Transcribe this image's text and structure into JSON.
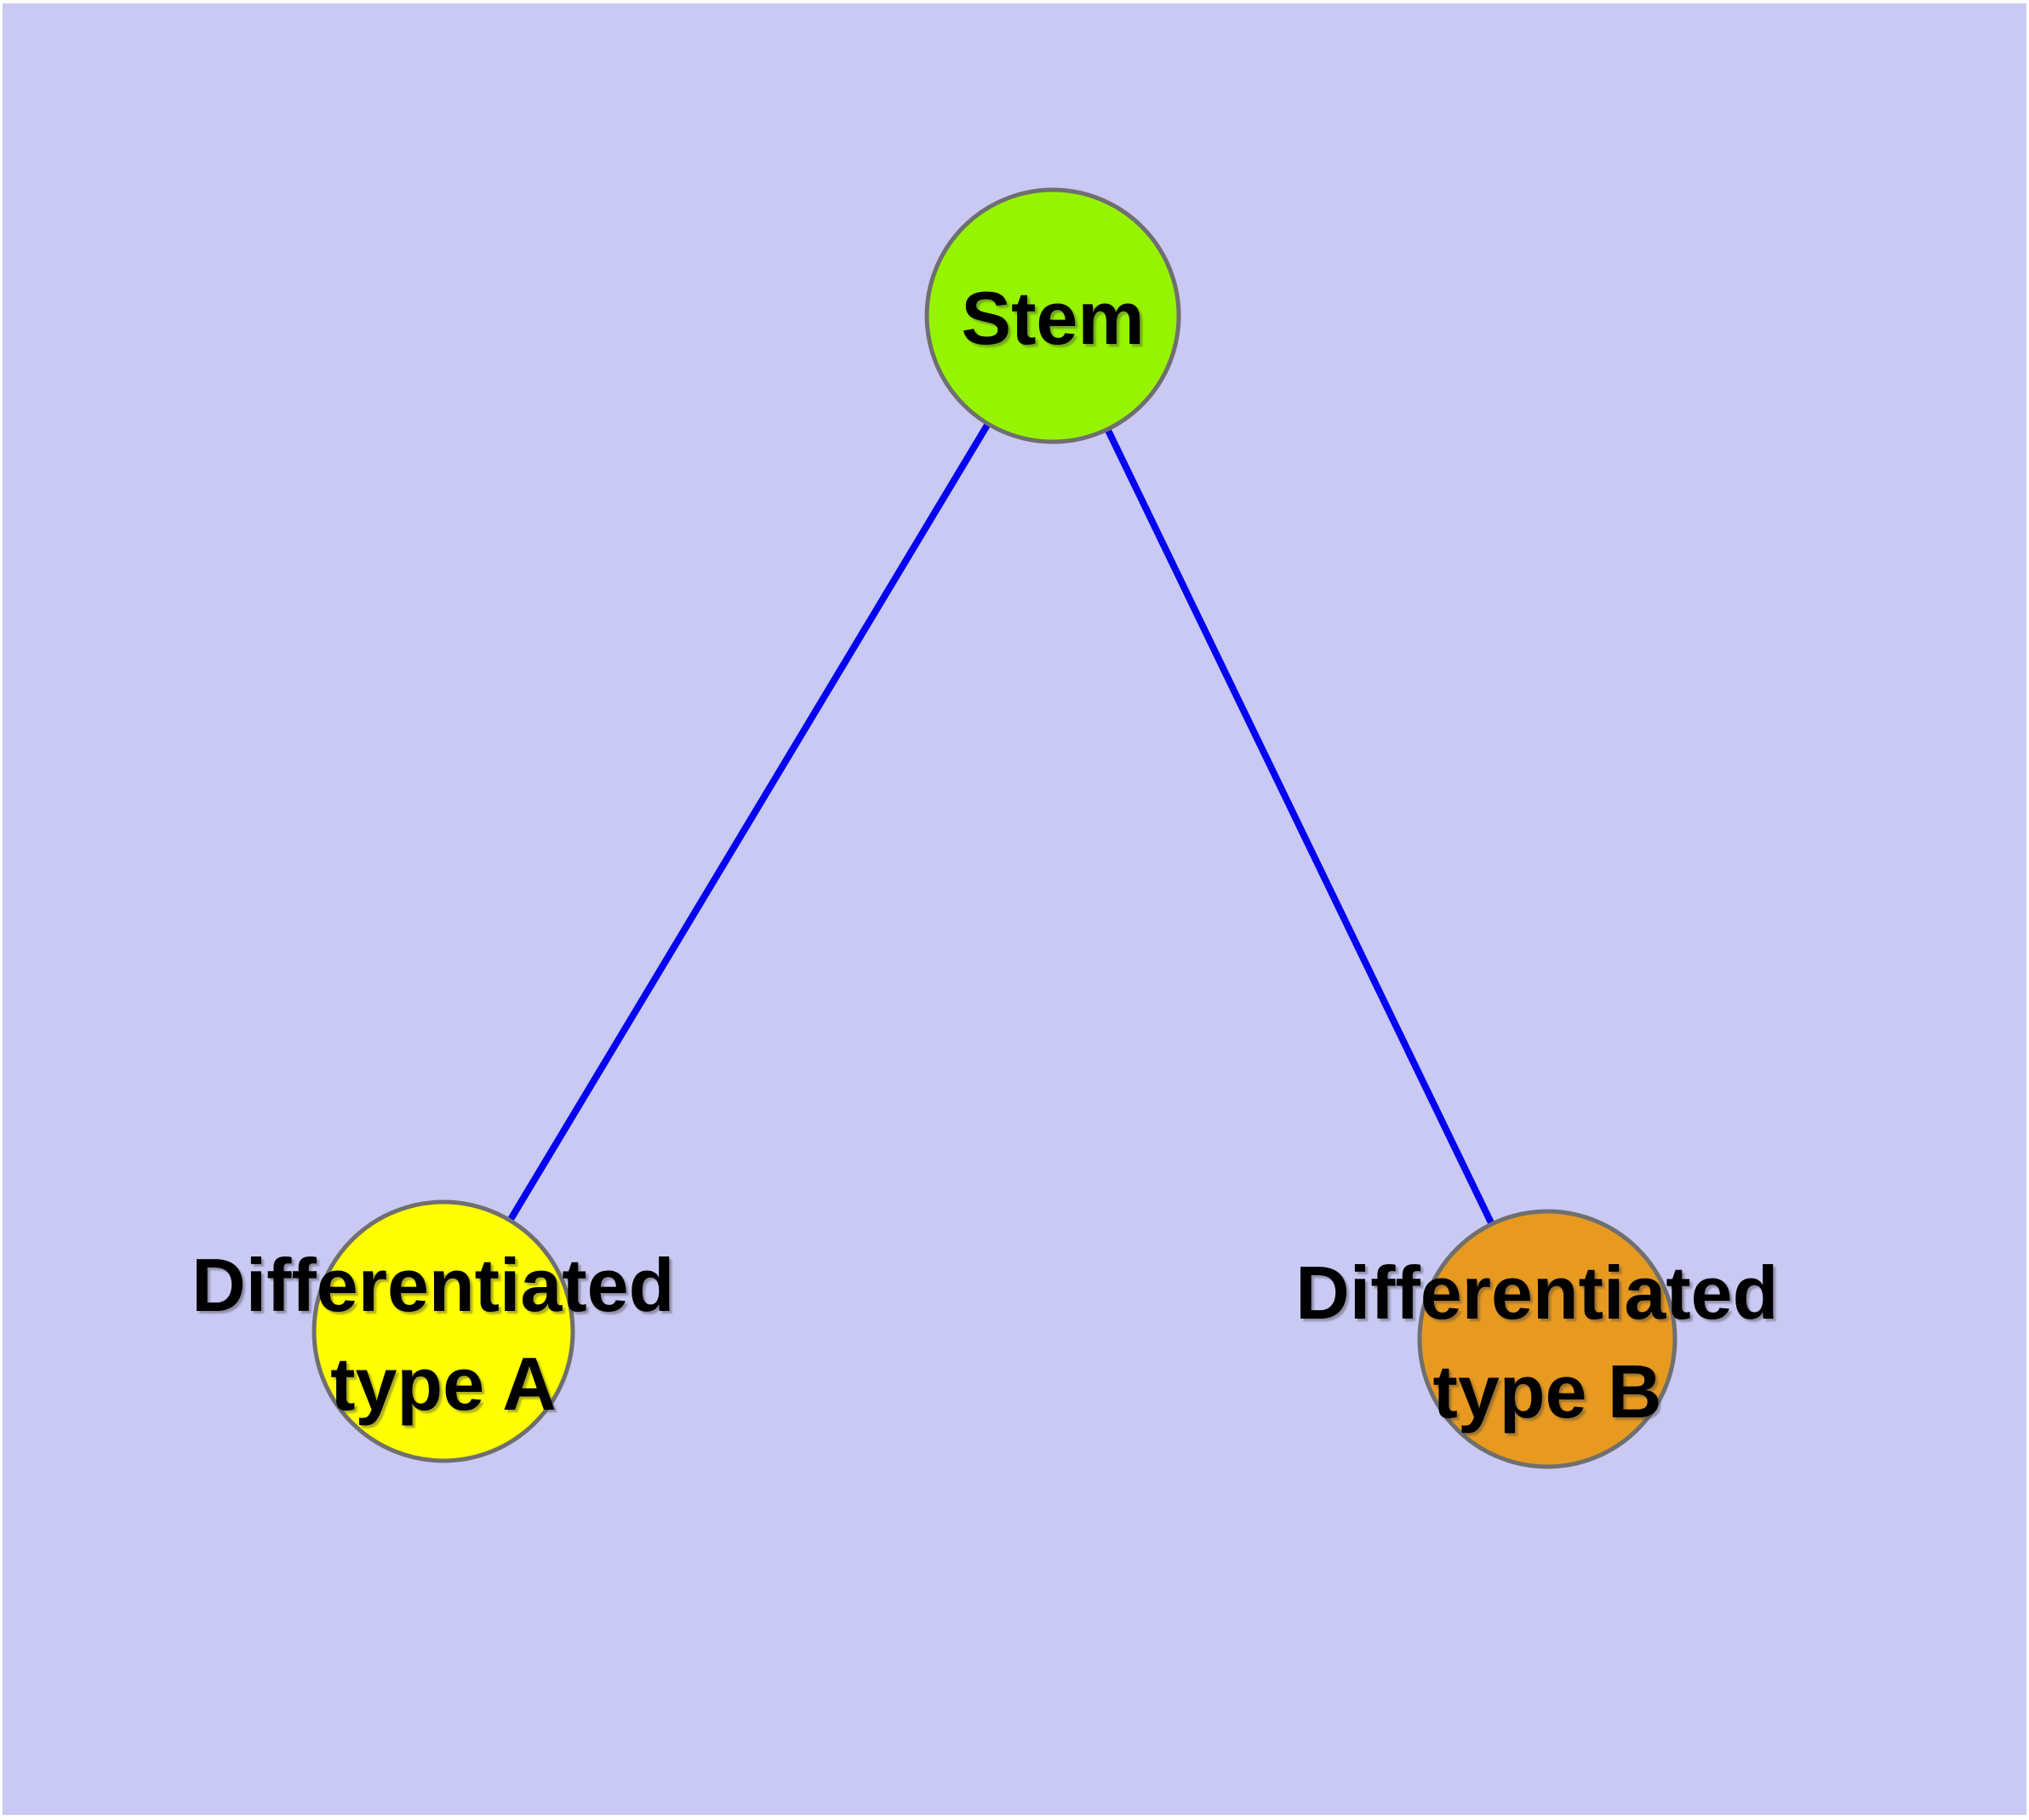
{
  "diagram": {
    "type": "node-link-graph",
    "description": "Stem cell differentiation graph: one stem node connected to two differentiated cell-type nodes",
    "background_color": "#c9c9f4",
    "edge_color": "#0303f0",
    "node_border_color": "#6f6f6f",
    "label_color": "#000000",
    "nodes": [
      {
        "id": "stem",
        "label": "Stem",
        "line1": "Stem",
        "line2": "",
        "fill": "#96f400"
      },
      {
        "id": "differentiated-type-a",
        "label": "Differentiated type A",
        "line1": "Differentiated",
        "line2": "type A",
        "fill": "#ffff00"
      },
      {
        "id": "differentiated-type-b",
        "label": "Differentiated type B",
        "line1": "Differentiated",
        "line2": "type B",
        "fill": "#e79a1f"
      }
    ],
    "edges": [
      {
        "from": "Stem",
        "to": "Differentiated type A"
      },
      {
        "from": "Stem",
        "to": "Differentiated type B"
      }
    ]
  }
}
